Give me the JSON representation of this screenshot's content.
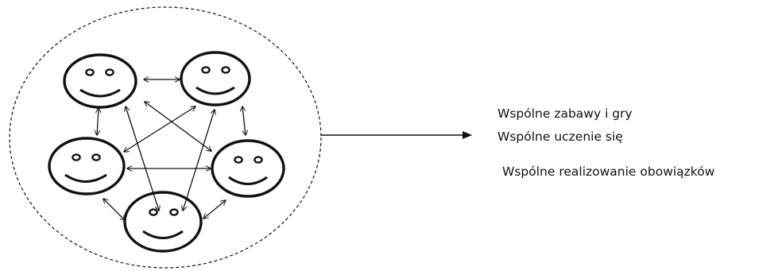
{
  "colors": {
    "stroke": "#111111",
    "background": "#ffffff"
  },
  "diagram": {
    "group_size": 5,
    "connections": "each-to-each",
    "outer_boundary": "dashed-ellipse"
  },
  "activities": [
    "Wspólne zabawy i gry",
    "Wspólne uczenie się",
    "Wspólne realizowanie obowiązków"
  ]
}
